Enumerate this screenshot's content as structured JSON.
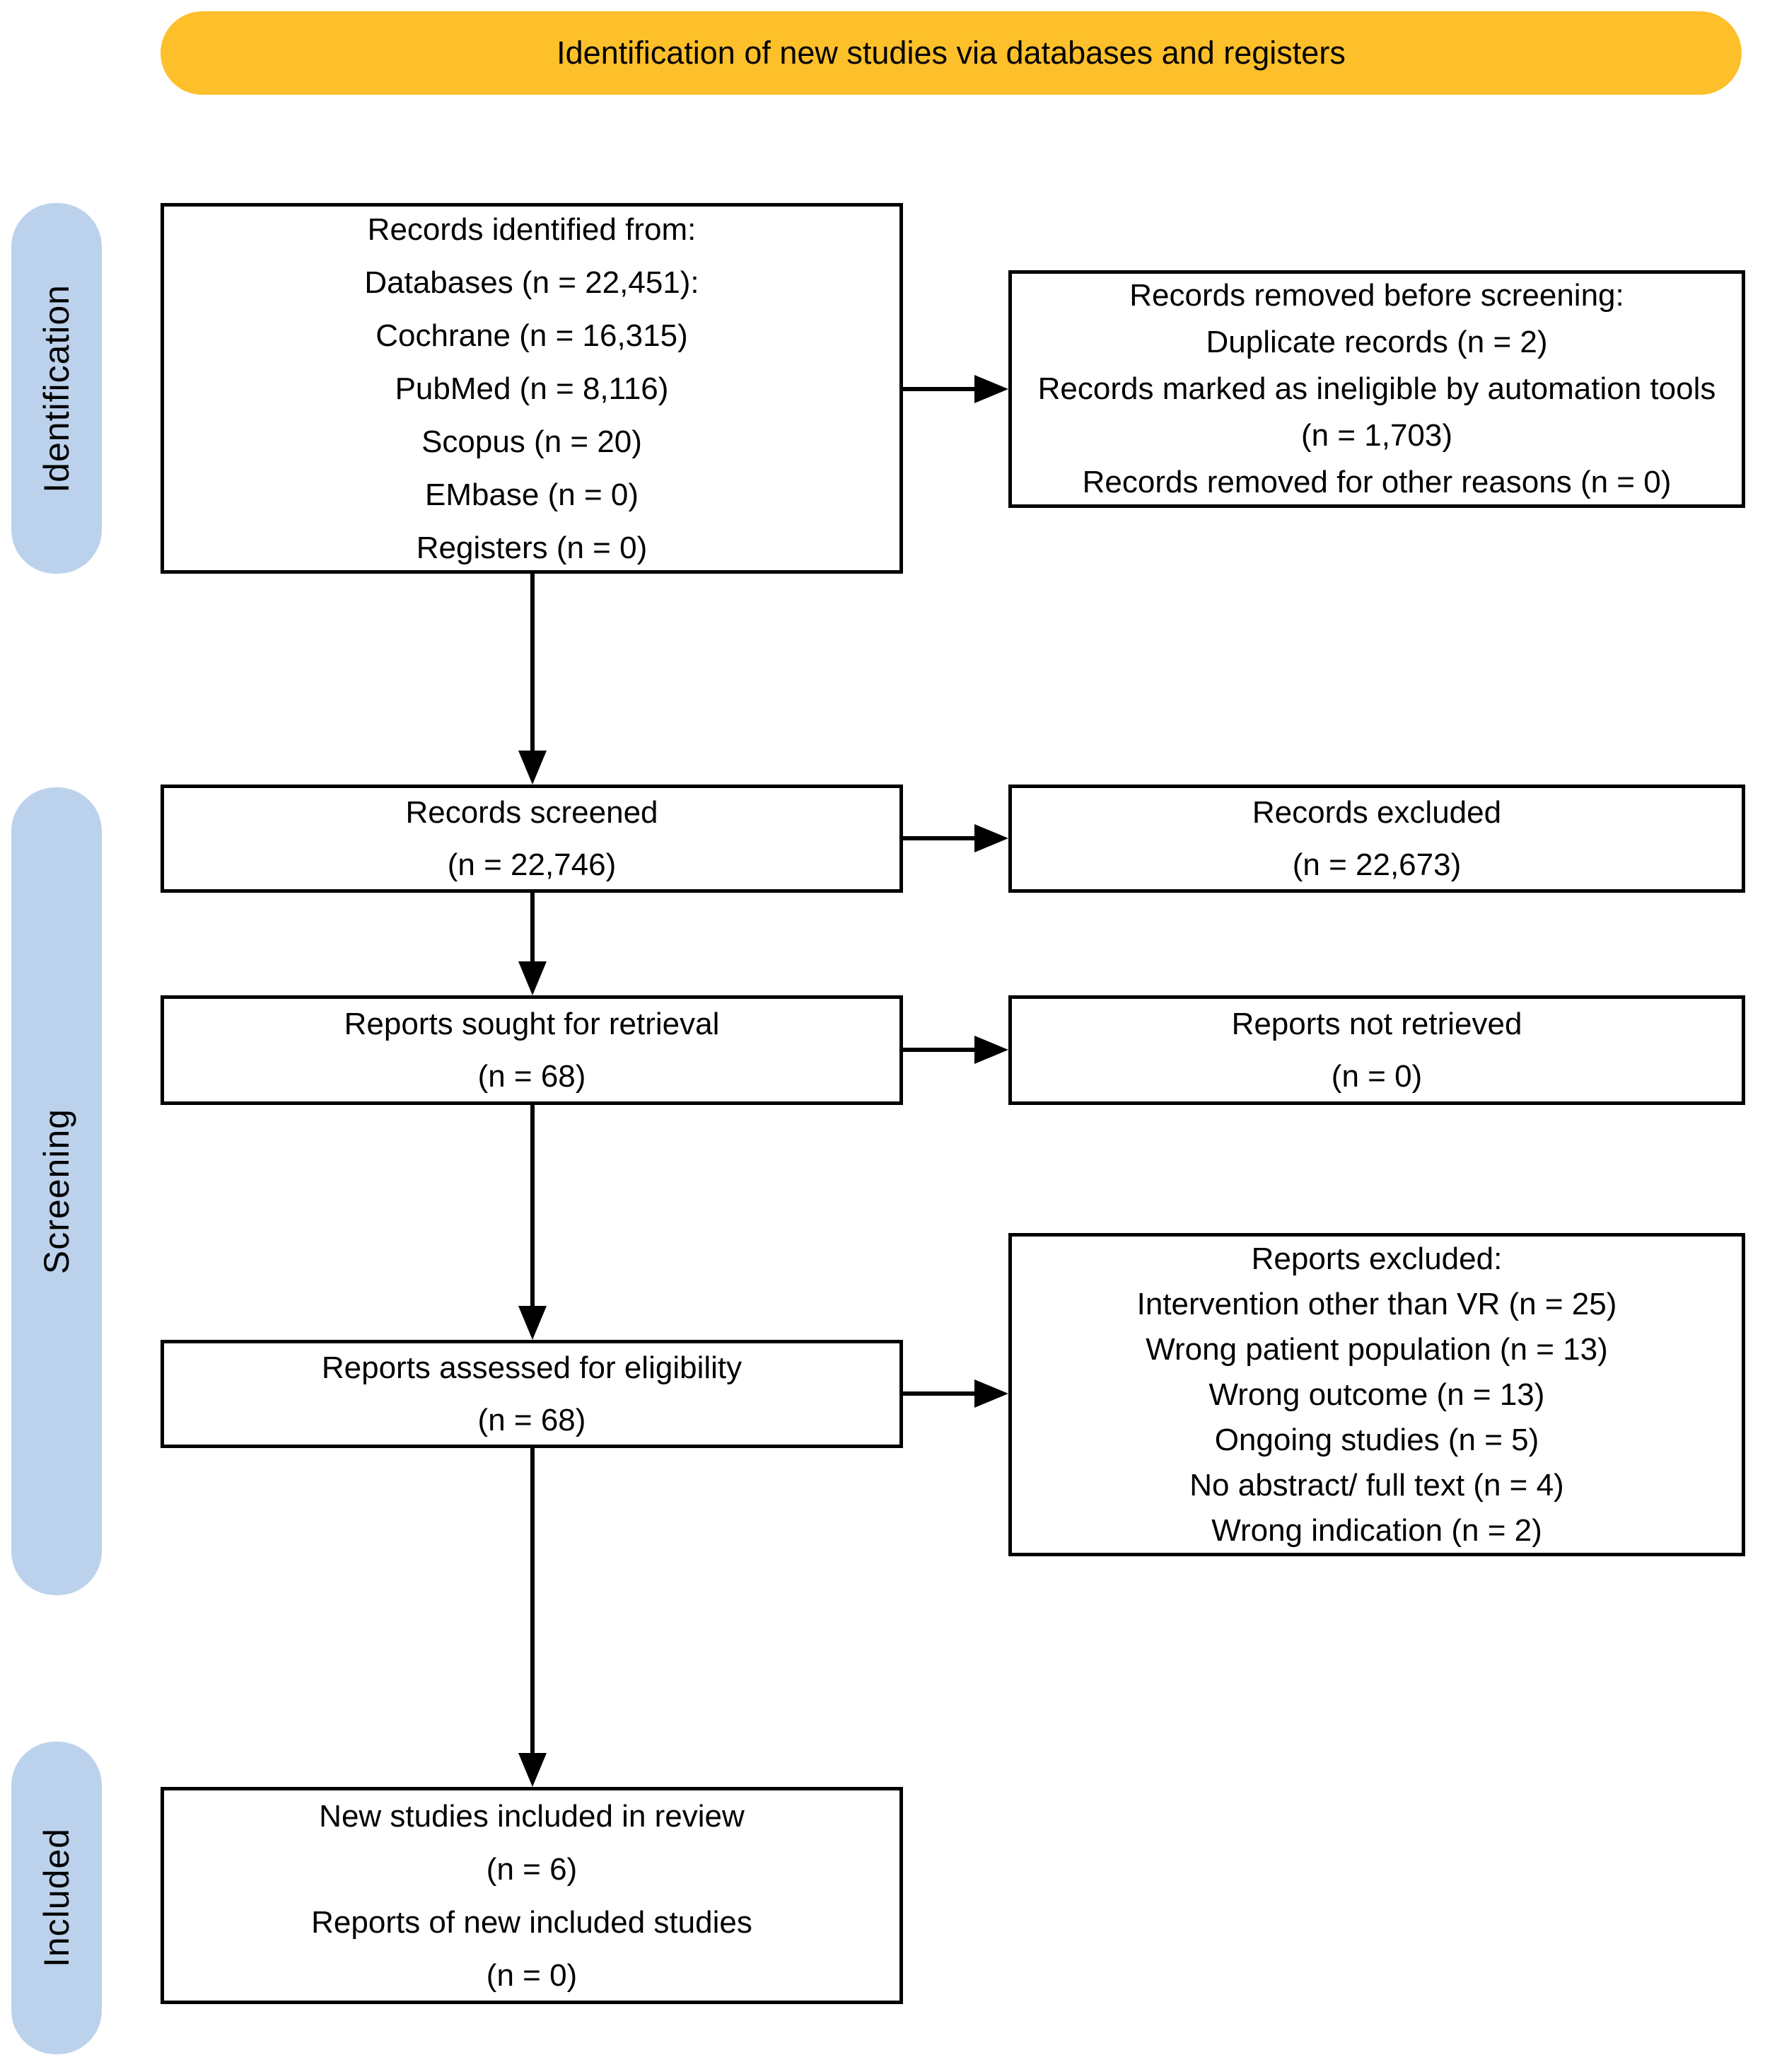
{
  "banner": {
    "label": "Identification of new studies via databases and registers"
  },
  "colors": {
    "banner_bg": "#FDC02B",
    "stage_bg": "#BCD2EC",
    "box_border": "#000000",
    "text": "#000000"
  },
  "stages": {
    "identification": "Identification",
    "screening": "Screening",
    "included": "Included"
  },
  "boxes": {
    "records_identified": {
      "lines": [
        "Records identified from:",
        "Databases (n = 22,451):",
        "Cochrane (n = 16,315)",
        "PubMed (n = 8,116)",
        "Scopus (n = 20)",
        "EMbase (n = 0)",
        "Registers (n = 0)"
      ]
    },
    "records_removed": {
      "lines": [
        "Records removed before screening:",
        "Duplicate records (n = 2)",
        "Records marked as ineligible by automation tools (n = 1,703)",
        "Records removed for other reasons (n = 0)"
      ]
    },
    "records_screened": {
      "lines": [
        "Records screened",
        "(n = 22,746)"
      ]
    },
    "records_excluded": {
      "lines": [
        "Records excluded",
        "(n = 22,673)"
      ]
    },
    "reports_sought": {
      "lines": [
        "Reports sought for retrieval",
        "(n = 68)"
      ]
    },
    "reports_not_retrieved": {
      "lines": [
        "Reports not retrieved",
        "(n = 0)"
      ]
    },
    "reports_assessed": {
      "lines": [
        "Reports assessed for eligibility",
        "(n = 68)"
      ]
    },
    "reports_excluded": {
      "lines": [
        "Reports excluded:",
        "Intervention other than VR (n = 25)",
        "Wrong patient population (n = 13)",
        "Wrong outcome (n = 13)",
        "Ongoing studies (n = 5)",
        "No abstract/ full text (n = 4)",
        "Wrong indication (n = 2)"
      ]
    },
    "new_studies": {
      "lines": [
        "New studies included in review",
        "(n = 6)",
        "Reports of new included studies",
        "(n = 0)"
      ]
    }
  }
}
